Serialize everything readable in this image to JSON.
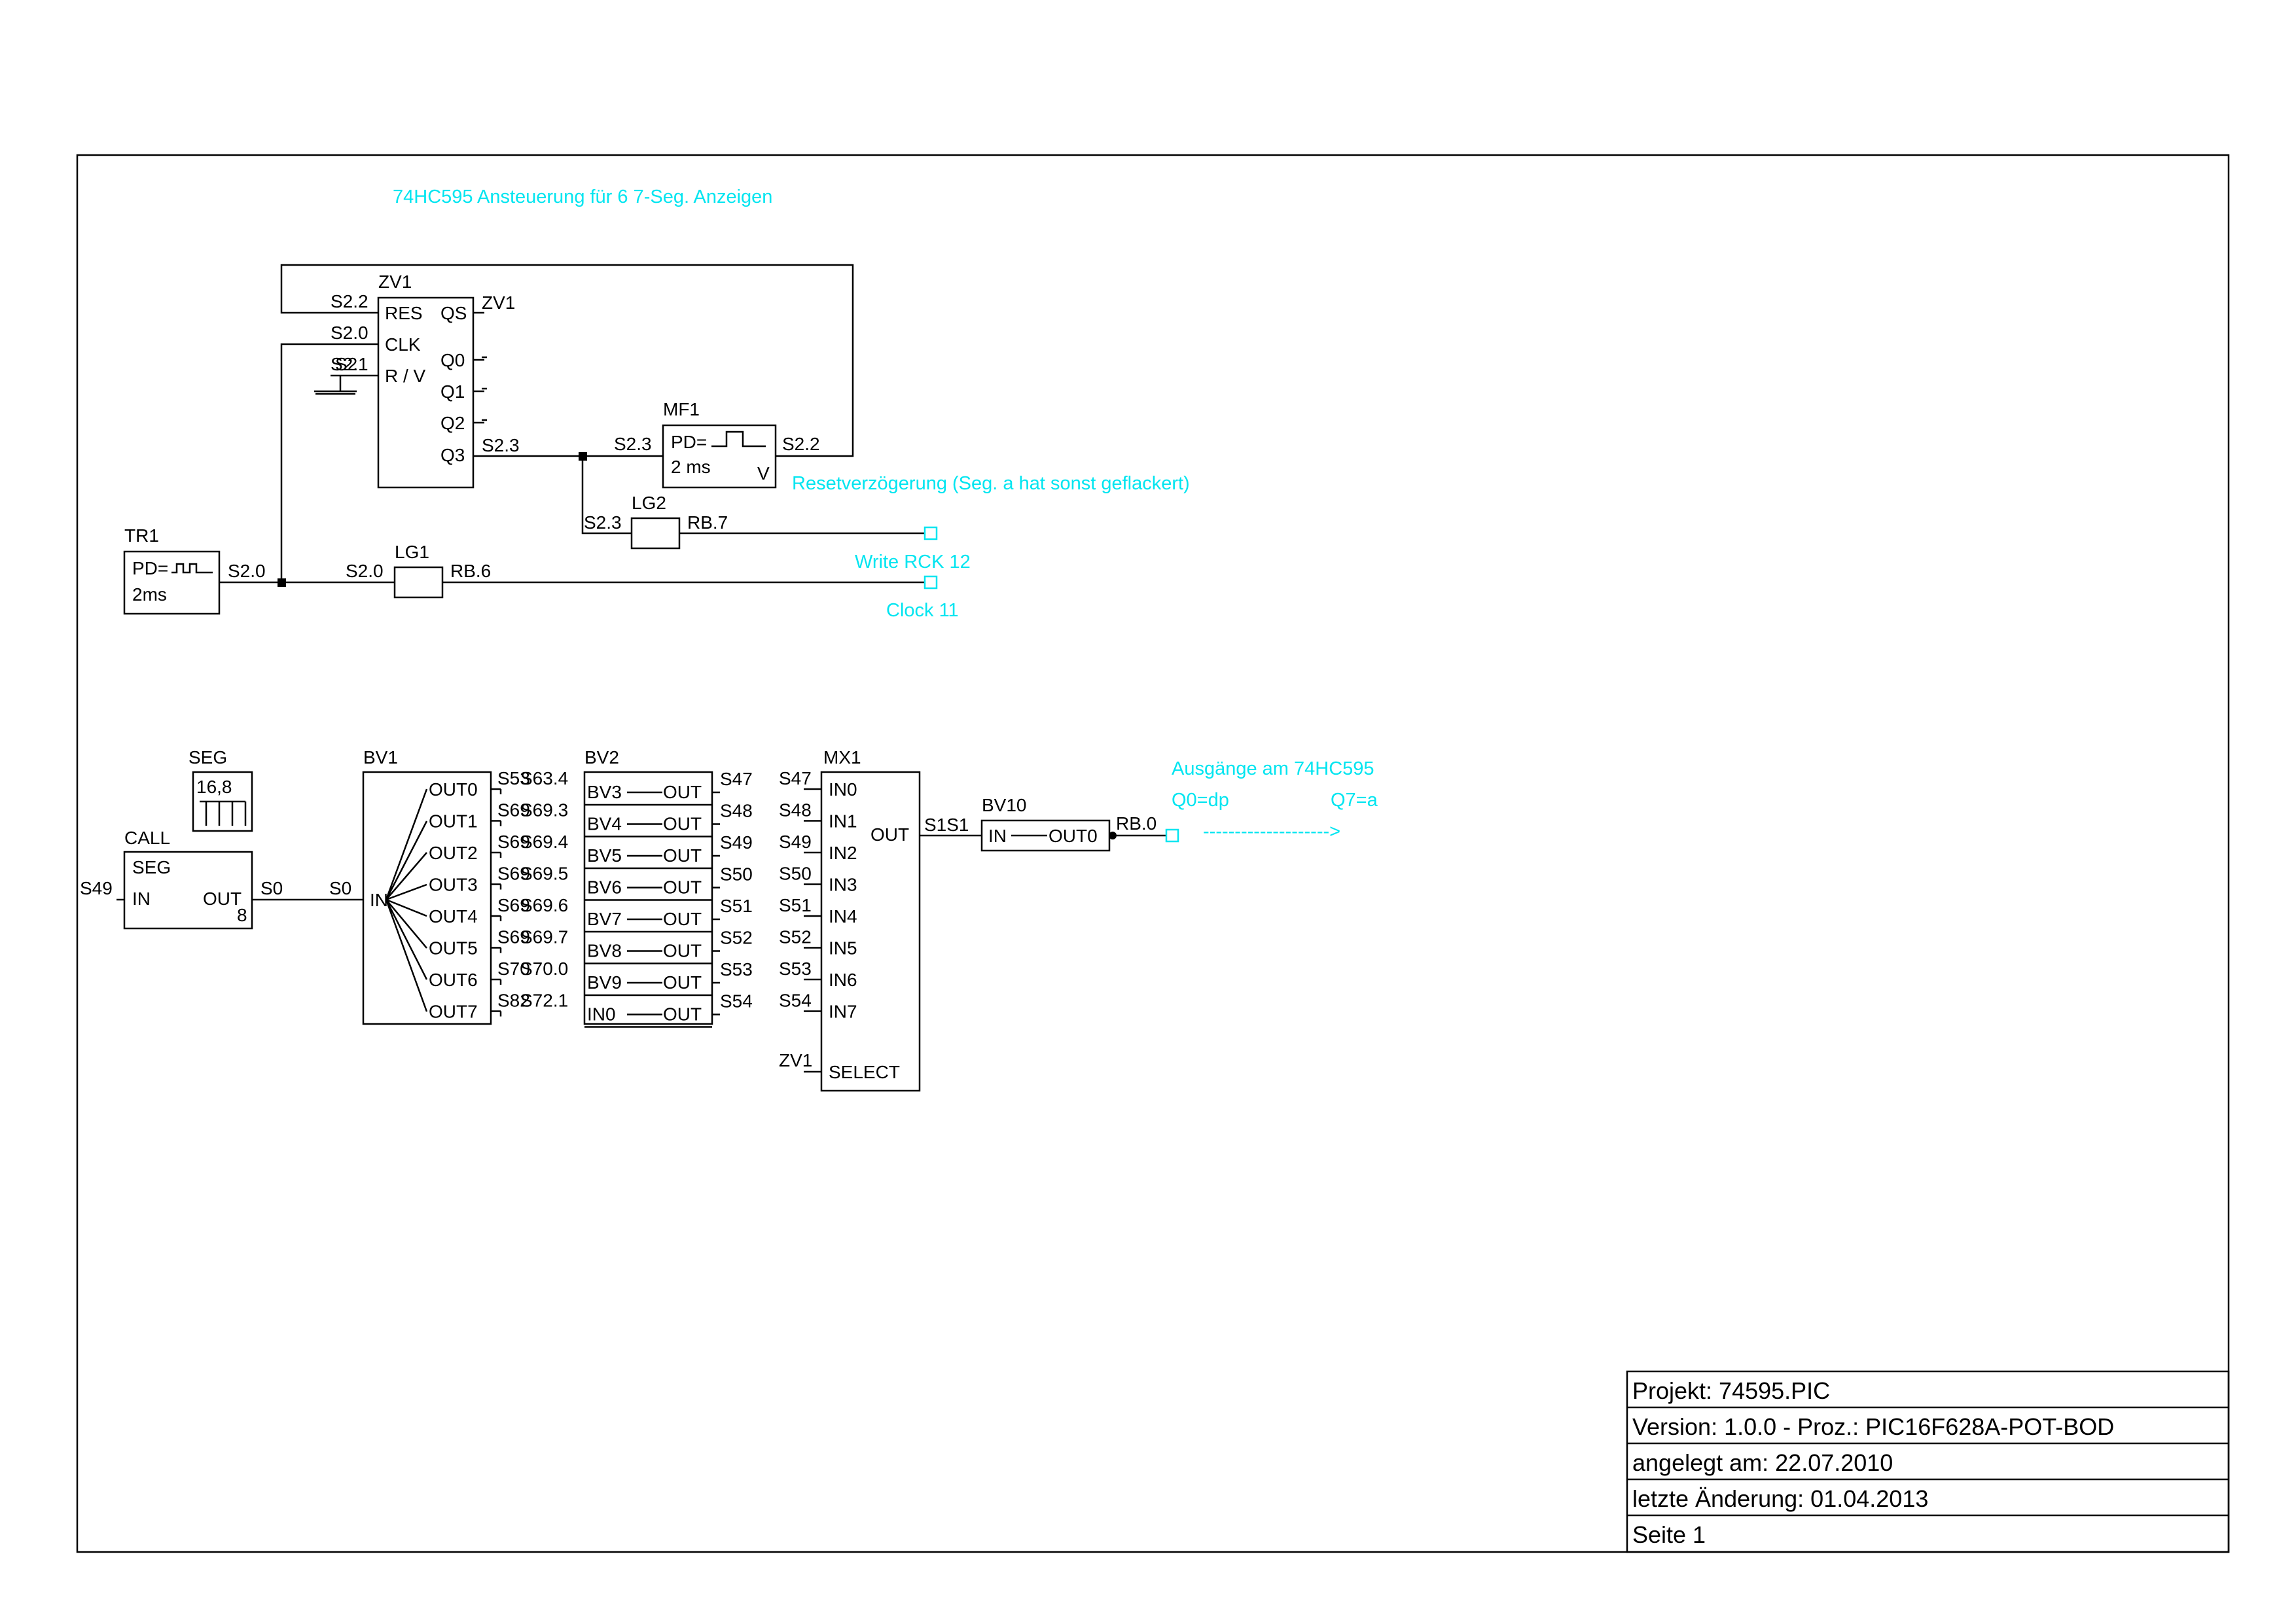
{
  "comments": {
    "title": "74HC595 Ansteuerung für 6 7-Seg. Anzeigen",
    "reset_note": "Resetverzögerung (Seg. a hat sonst geflackert)",
    "write_rck": "Write RCK 12",
    "clock": "Clock 11",
    "outputs_title": "Ausgänge am 74HC595",
    "q0": "Q0=dp",
    "q7": "Q7=a",
    "arrow": "-------------------->"
  },
  "blocks": {
    "zv1": {
      "name": "ZV1",
      "res": "RES",
      "clk": "CLK",
      "rv": "R / V",
      "qs": "QS",
      "q0": "Q0",
      "q1": "Q1",
      "q2": "Q2",
      "q3": "Q3",
      "qs_out": "ZV1",
      "in_res": "S2.2",
      "in_clk": "S2.0",
      "in_rv": "S2.1",
      "in_rv_b": "S2",
      "q3_out": "S2.3"
    },
    "mf1": {
      "name": "MF1",
      "pd": "PD=",
      "time": "2 ms",
      "v": "V",
      "in": "S2.3",
      "out": "S2.2"
    },
    "lg2": {
      "name": "LG2",
      "in": "S2.3",
      "out": "RB.7"
    },
    "tr1": {
      "name": "TR1",
      "pd": "PD=",
      "time": "2ms",
      "out": "S2.0"
    },
    "lg1": {
      "name": "LG1",
      "in": "S2.0",
      "out": "RB.6"
    },
    "seg": {
      "name": "SEG",
      "value": "16,8"
    },
    "call": {
      "name": "CALL",
      "label": "SEG",
      "in": "IN",
      "out": "OUT",
      "num": "8",
      "in_sig": "S49",
      "out_sig": "S0"
    },
    "bv1": {
      "name": "BV1",
      "in": "IN",
      "in_sig": "S0",
      "outs": [
        "OUT0",
        "OUT1",
        "OUT2",
        "OUT3",
        "OUT4",
        "OUT5",
        "OUT6",
        "OUT7"
      ]
    },
    "bv2": {
      "name": "BV2",
      "ins": [
        "BV3",
        "BV4",
        "BV5",
        "BV6",
        "BV7",
        "BV8",
        "BV9",
        "IN0"
      ],
      "out": "OUT",
      "outs": [
        "S47",
        "S48",
        "S49",
        "S50",
        "S51",
        "S52",
        "S53",
        "S54"
      ]
    },
    "mx1": {
      "name": "MX1",
      "ins": [
        "IN0",
        "IN1",
        "IN2",
        "IN3",
        "IN4",
        "IN5",
        "IN6",
        "IN7"
      ],
      "in_sigs": [
        "S47",
        "S48",
        "S49",
        "S50",
        "S51",
        "S52",
        "S53",
        "S54"
      ],
      "select": "SELECT",
      "select_sig": "ZV1",
      "out": "OUT",
      "out_sig": "S1S1"
    },
    "bv10": {
      "name": "BV10",
      "in": "IN",
      "out": "OUT0",
      "out_sig": "RB.0"
    }
  },
  "bus_labels": {
    "a": [
      "S53",
      "S69",
      "S69",
      "S69",
      "S69",
      "S69",
      "S70",
      "S82"
    ],
    "b": [
      "S63.4",
      "S69.3",
      "S69.4",
      "S69.5",
      "S69.6",
      "S69.7",
      "S70.0",
      "S72.1"
    ]
  },
  "title_block": {
    "project": "Projekt: 74595.PIC",
    "version": "Version: 1.0.0  -  Proz.:  PIC16F628A-POT-BOD",
    "created": "angelegt am: 22.07.2010",
    "changed": "letzte Änderung: 01.04.2013",
    "page": "Seite 1"
  }
}
